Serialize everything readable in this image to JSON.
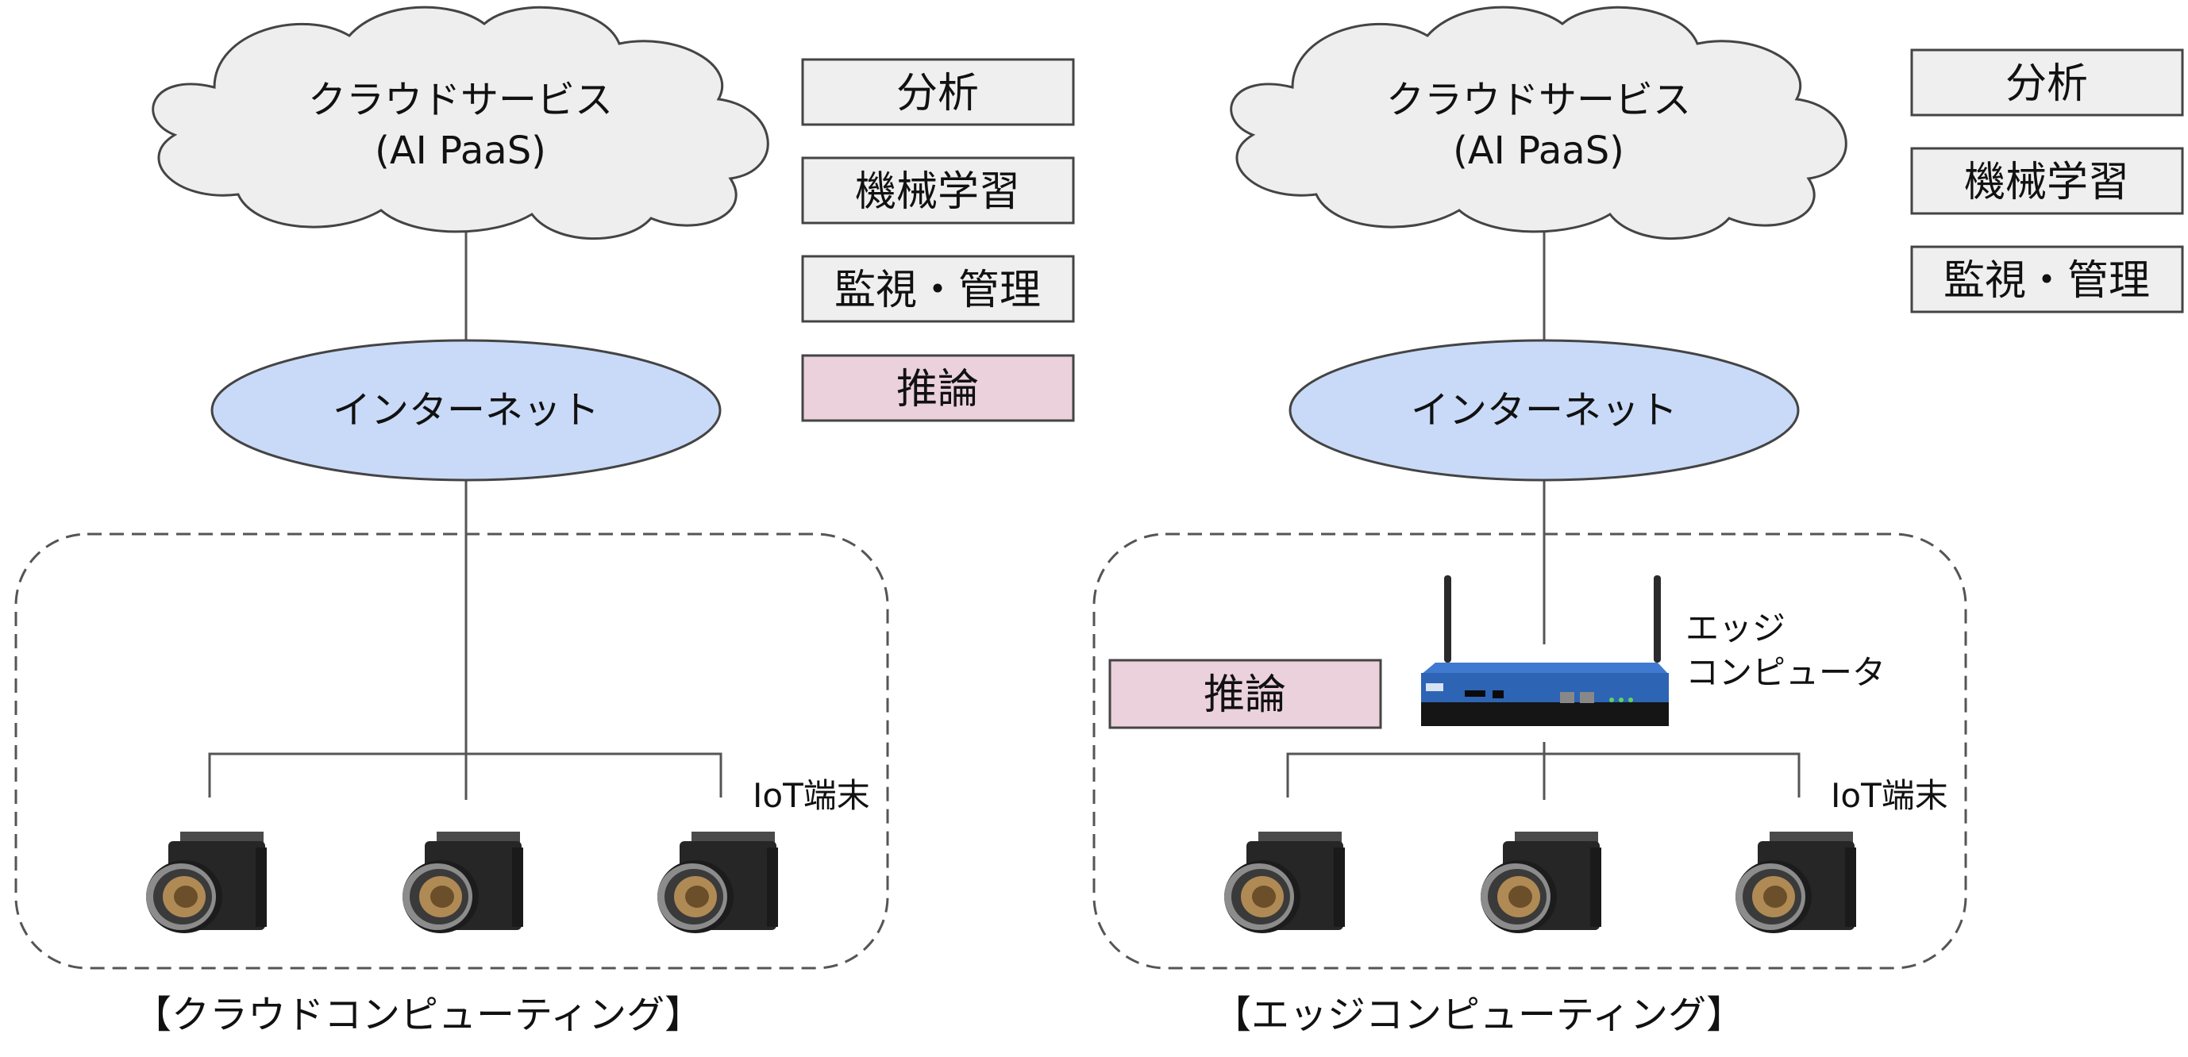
{
  "panels": [
    {
      "id": "cloud-computing",
      "cloud_line1": "クラウドサービス",
      "cloud_line2": "(AI PaaS)",
      "internet": "インターネット",
      "functions": [
        {
          "label": "分析",
          "highlight": false
        },
        {
          "label": "機械学習",
          "highlight": false
        },
        {
          "label": "監視・管理",
          "highlight": false
        },
        {
          "label": "推論",
          "highlight": true
        }
      ],
      "iot_label": "IoT端末",
      "caption": "【クラウドコンピューティング】"
    },
    {
      "id": "edge-computing",
      "cloud_line1": "クラウドサービス",
      "cloud_line2": "(AI PaaS)",
      "internet": "インターネット",
      "functions": [
        {
          "label": "分析",
          "highlight": false
        },
        {
          "label": "機械学習",
          "highlight": false
        },
        {
          "label": "監視・管理",
          "highlight": false
        }
      ],
      "edge_infer": "推論",
      "edge_label_line1": "エッジ",
      "edge_label_line2": "コンピュータ",
      "iot_label": "IoT端末",
      "caption": "【エッジコンピューティング】"
    }
  ],
  "colors": {
    "cloud_fill": "#eeeeee",
    "internet_fill": "#c9daf8",
    "box_fill": "#efefef",
    "highlight_fill": "#ead1dc",
    "edge_device_blue": "#2d64b4",
    "camera_body": "#262626"
  }
}
